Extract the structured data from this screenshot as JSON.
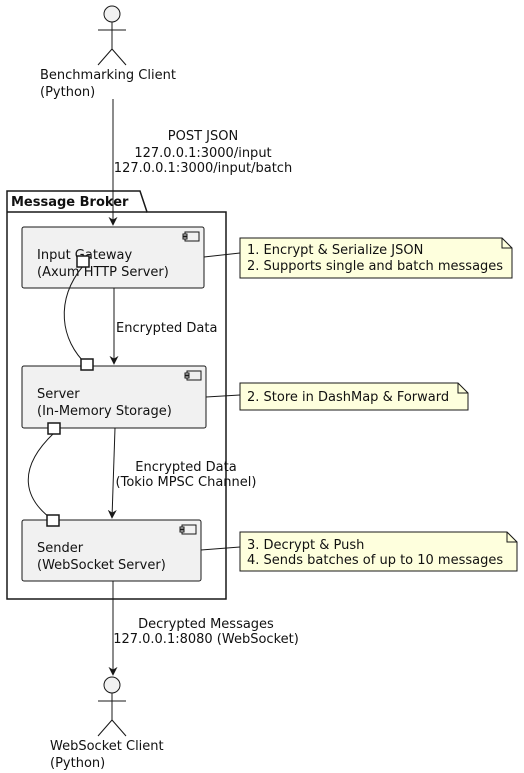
{
  "actors": {
    "client": {
      "line1": "Benchmarking Client",
      "line2": "(Python)"
    },
    "ws_client": {
      "line1": "WebSocket Client",
      "line2": "(Python)"
    }
  },
  "package": {
    "title": "Message Broker"
  },
  "components": {
    "gateway": {
      "line1": "Input Gateway",
      "line2": "(Axum HTTP Server)"
    },
    "server": {
      "line1": "Server",
      "line2": "(In-Memory Storage)"
    },
    "sender": {
      "line1": "Sender",
      "line2": "(WebSocket Server)"
    }
  },
  "edges": {
    "client_to_gateway": {
      "line1": "POST JSON",
      "line2": "127.0.0.1:3000/input",
      "line3": "127.0.0.1:3000/input/batch"
    },
    "gateway_to_server": {
      "line1": "Encrypted Data"
    },
    "server_to_sender": {
      "line1": "Encrypted Data",
      "line2": "(Tokio MPSC Channel)"
    },
    "sender_to_ws": {
      "line1": "Decrypted Messages",
      "line2": "127.0.0.1:8080 (WebSocket)"
    }
  },
  "notes": {
    "gateway": {
      "line1": "1. Encrypt & Serialize JSON",
      "line2": "2. Supports single and batch messages"
    },
    "server": {
      "line1": "2. Store in DashMap & Forward"
    },
    "sender": {
      "line1": "3. Decrypt & Push",
      "line2": "4. Sends batches of up to 10 messages"
    }
  },
  "colors": {
    "component_fill": "#f1f1f1",
    "note_fill": "#feffdd",
    "stroke": "#181818"
  }
}
